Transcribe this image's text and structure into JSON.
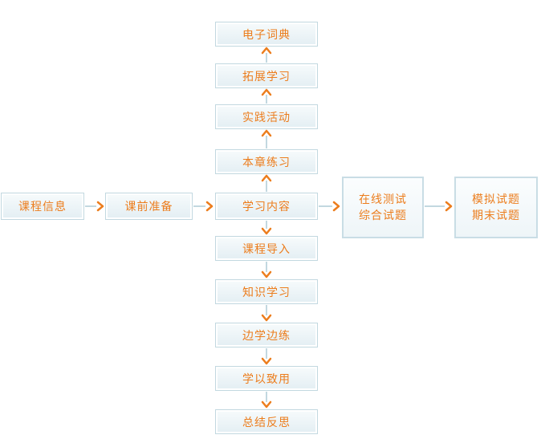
{
  "colors": {
    "text": "#ec7d1d",
    "arrow": "#ec7d1d",
    "box_border": "#c2d8e0",
    "box_fill_top": "#f7fbfc",
    "box_fill_bottom": "#e3eef3",
    "connector": "#c2d8e0"
  },
  "nodes": {
    "course_info": "课程信息",
    "pre_class": "课前准备",
    "learning_content": "学习内容",
    "chapter_practice": "本章练习",
    "practice_activity": "实践活动",
    "extended_learning": "拓展学习",
    "e_dictionary": "电子词典",
    "course_intro": "课程导入",
    "knowledge_learning": "知识学习",
    "learn_and_practice": "边学边练",
    "apply_learning": "学以致用",
    "summary_reflection": "总结反思",
    "online_test": [
      "在线测试",
      "综合试题"
    ],
    "mock_exam": [
      "模拟试题",
      "期末试题"
    ]
  }
}
